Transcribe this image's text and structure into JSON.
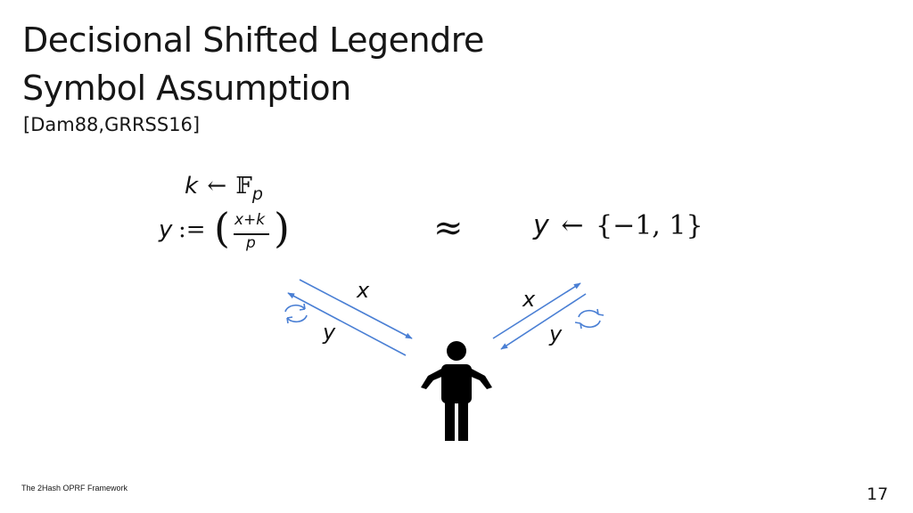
{
  "slide": {
    "title_line1": "Decisional Shifted Legendre",
    "title_line2": "Symbol Assumption",
    "citation": "[Dam88,GRRSS16]"
  },
  "math": {
    "k_var": "k",
    "gets": "←",
    "field": "𝔽",
    "field_sub": "p",
    "y_var": "y",
    "assign": ":=",
    "frac_num": "x+k",
    "frac_den": "p",
    "approx": "≈",
    "right_set": "{−1, 1}"
  },
  "diagram": {
    "left_x_label": "x",
    "left_y_label": "y",
    "right_x_label": "x",
    "right_y_label": "y",
    "arrow_color": "#4a7fd4",
    "person_icon": "person-shrug-icon",
    "refresh_icon": "refresh-cycle-icon"
  },
  "footer": {
    "text": "The 2Hash OPRF Framework",
    "page_number": "17"
  }
}
